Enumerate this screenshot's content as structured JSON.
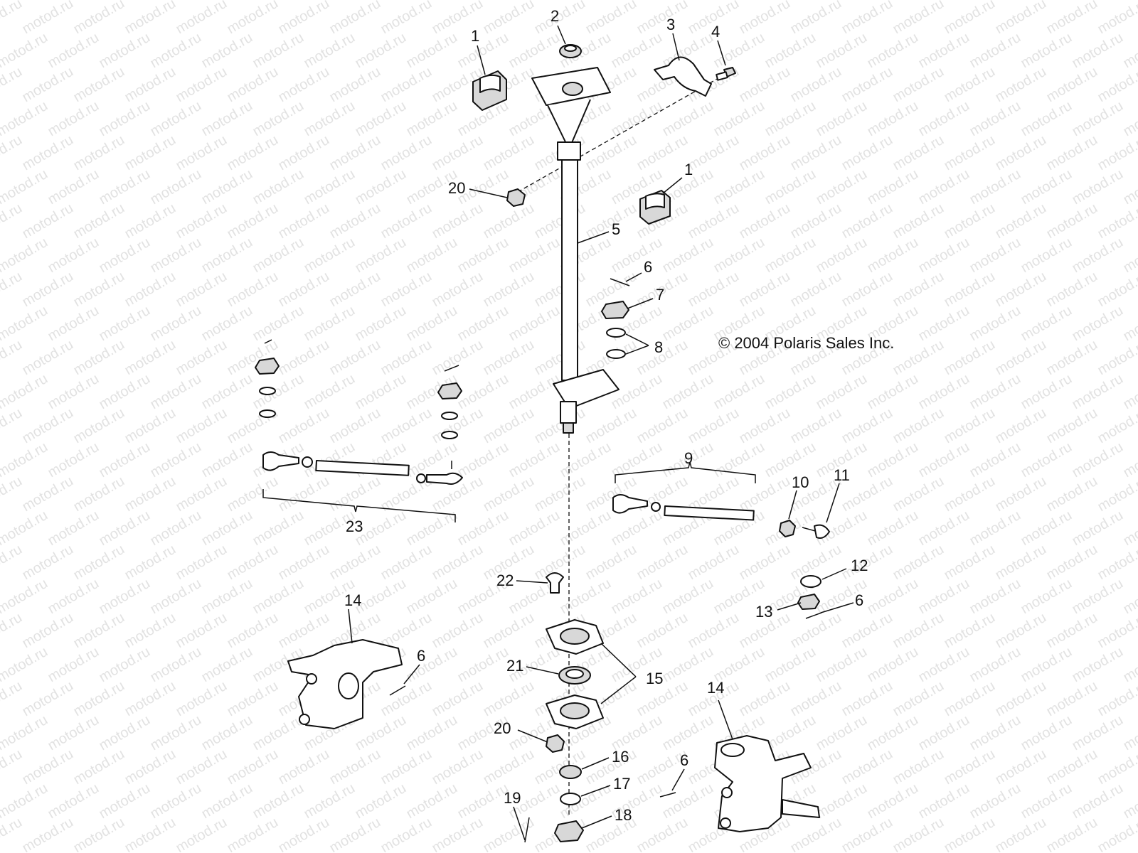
{
  "copyright": "© 2004 Polaris Sales Inc.",
  "watermark": "motod.ru",
  "callouts": {
    "c1a": "1",
    "c1b": "1",
    "c2": "2",
    "c3": "3",
    "c4": "4",
    "c5": "5",
    "c6a": "6",
    "c6b": "6",
    "c6c": "6",
    "c6d": "6",
    "c7": "7",
    "c8": "8",
    "c9": "9",
    "c10": "10",
    "c11": "11",
    "c12": "12",
    "c13": "13",
    "c14a": "14",
    "c14b": "14",
    "c15": "15",
    "c16": "16",
    "c17": "17",
    "c18": "18",
    "c19": "19",
    "c20a": "20",
    "c20b": "20",
    "c21": "21",
    "c22": "22",
    "c23": "23"
  }
}
